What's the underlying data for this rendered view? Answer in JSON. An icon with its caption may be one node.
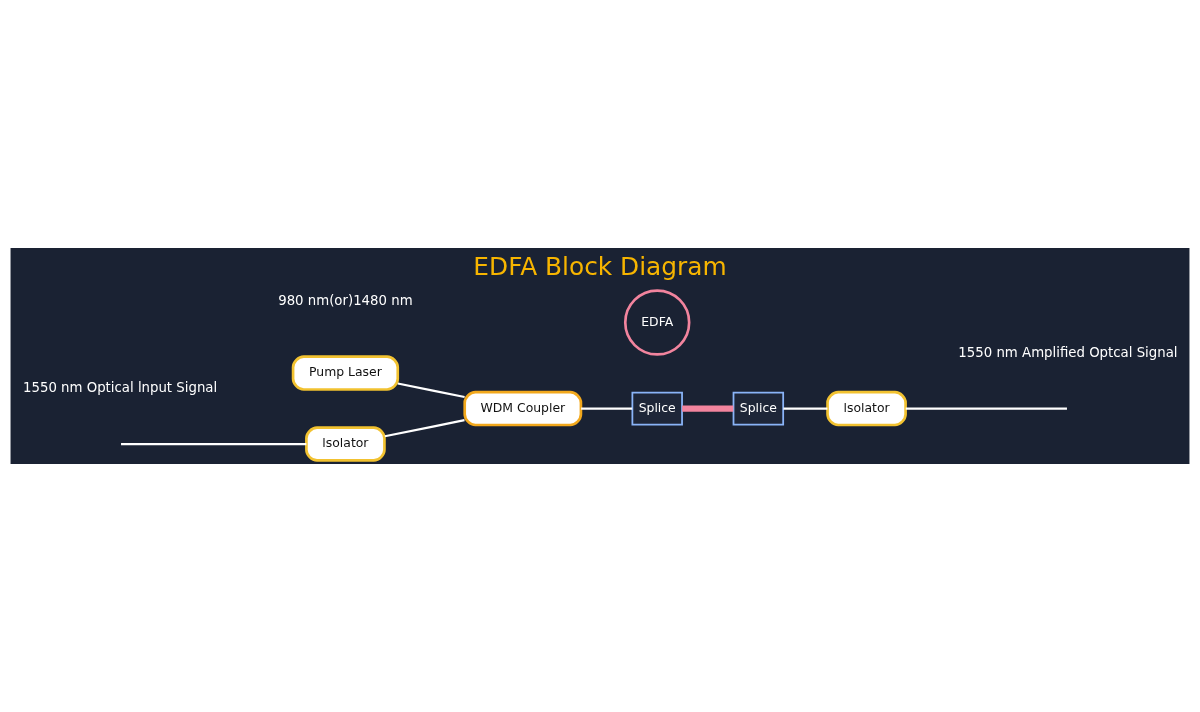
{
  "diagram": {
    "title": "EDFA Block Diagram",
    "nodes": [
      {
        "text": [
          "lsolator"
        ]
      },
      {
        "text": [
          "WDM Coupler"
        ]
      },
      {
        "text": [
          "Pump Laser"
        ]
      },
      {
        "text": [
          "Splice"
        ]
      },
      {
        "text": [
          "EDFA"
        ]
      },
      {
        "text": [
          "Splice"
        ]
      },
      {
        "text": [
          "lsolator"
        ]
      }
    ],
    "edges": [
      {
        "from": null,
        "to": 0,
        "arrow": "none"
      },
      {
        "from": 0,
        "to": 1,
        "arrow": "none"
      },
      {
        "from": 2,
        "to": 1,
        "arrow": "none"
      },
      {
        "from": 1,
        "to": 3,
        "arrow": "none"
      },
      {
        "from": 3,
        "to": 5,
        "arrow": "none",
        "style": "thick",
        "color": "#f2849e"
      },
      {
        "from": 5,
        "to": 6,
        "arrow": "none"
      },
      {
        "from": 6,
        "to": null,
        "arrow": "none"
      }
    ],
    "labels": [
      "1550 nm Optical lnput Signal",
      "980 nm(or)1480 nm",
      "1550 nm Amplified Optcal Signal"
    ]
  }
}
